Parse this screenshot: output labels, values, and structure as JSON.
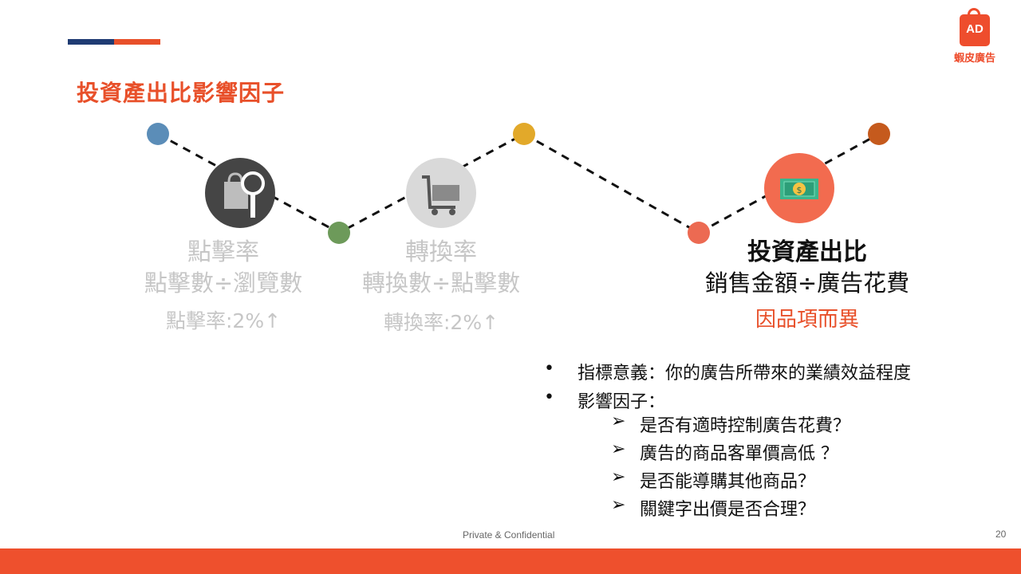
{
  "slide": {
    "title": "投資產出比影響因子",
    "page_number": "20",
    "confidential": "Private & Confidential"
  },
  "logo": {
    "badge": "AD",
    "text": "蝦皮廣告"
  },
  "metrics": [
    {
      "name": "點擊率",
      "formula": "點擊數÷瀏覽數",
      "value": "點擊率:2%↑"
    },
    {
      "name": "轉換率",
      "formula": "轉換數÷點擊數",
      "value": "轉換率:2%↑"
    },
    {
      "name": "投資產出比",
      "formula": "銷售金額÷廣告花費",
      "value": "因品項而異"
    }
  ],
  "icons": [
    "search-bag-icon",
    "shopping-cart-icon",
    "money-icon"
  ],
  "colors": {
    "accent": "#e8502a",
    "navy": "#1f3b73",
    "dot_blue": "#5b8db8",
    "dot_green": "#6d9a5a",
    "dot_yellow": "#e2a92a",
    "dot_red": "#ec6a52",
    "dot_brown": "#c55a1d"
  },
  "details": {
    "bullets": [
      {
        "text": "指標意義：你的廣告所帶來的業績效益程度"
      },
      {
        "text": "影響因子："
      }
    ],
    "sub_items": [
      {
        "text": "是否有適時控制廣告花費？"
      },
      {
        "text": "廣告的商品客單價高低 ？"
      },
      {
        "text": "是否能導購其他商品？"
      },
      {
        "text": "關鍵字出價是否合理？"
      }
    ],
    "bullet_glyph": "•",
    "arrow_glyph": "➢"
  }
}
